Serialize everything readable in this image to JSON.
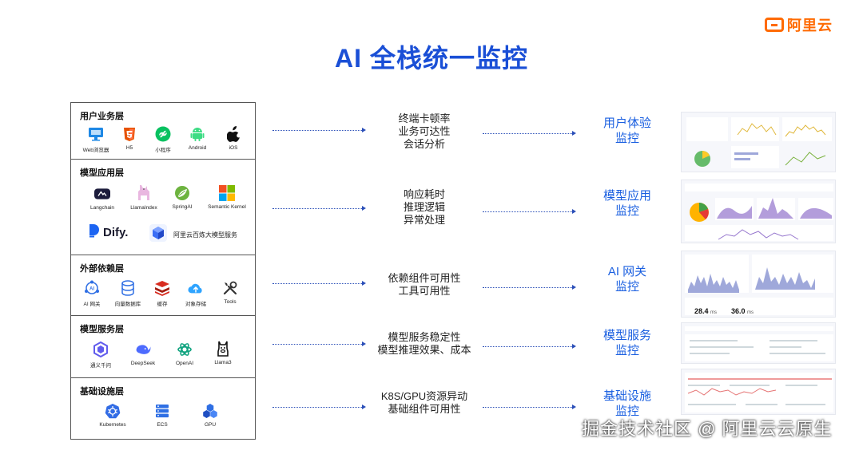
{
  "brand": {
    "logo_text": "阿里云",
    "logo_icon": "aliyun-logo-icon",
    "accent": "#ff6a00"
  },
  "title": "AI 全栈统一监控",
  "layers": [
    {
      "title": "用户业务层",
      "items": [
        {
          "label": "Web浏览器",
          "icon": "monitor-icon"
        },
        {
          "label": "H5",
          "icon": "html5-icon"
        },
        {
          "label": "小程序",
          "icon": "miniprogram-icon"
        },
        {
          "label": "Android",
          "icon": "android-icon"
        },
        {
          "label": "iOS",
          "icon": "apple-icon"
        }
      ]
    },
    {
      "title": "模型应用层",
      "items": [
        {
          "label": "Langchain",
          "icon": "langchain-icon"
        },
        {
          "label": "LlamaIndex",
          "icon": "llamaindex-icon"
        },
        {
          "label": "SpringAI",
          "icon": "springai-icon"
        },
        {
          "label": "Semantic Kernel",
          "icon": "semantic-kernel-icon"
        },
        {
          "label": "Dify.",
          "icon": "dify-icon"
        },
        {
          "label": "阿里云百炼大模型服务",
          "icon": "bailian-icon"
        }
      ]
    },
    {
      "title": "外部依赖层",
      "items": [
        {
          "label": "AI 网关",
          "icon": "ai-gateway-icon"
        },
        {
          "label": "向量数据库",
          "icon": "vector-db-icon"
        },
        {
          "label": "缓存",
          "icon": "cache-icon"
        },
        {
          "label": "对象存储",
          "icon": "object-storage-icon"
        },
        {
          "label": "Tools",
          "icon": "tools-icon"
        }
      ]
    },
    {
      "title": "模型服务层",
      "items": [
        {
          "label": "通义千问",
          "icon": "tongyi-icon"
        },
        {
          "label": "DeepSeek",
          "icon": "deepseek-icon"
        },
        {
          "label": "OpenAI",
          "icon": "openai-icon"
        },
        {
          "label": "Llama3",
          "icon": "llama-icon"
        }
      ]
    },
    {
      "title": "基础设施层",
      "items": [
        {
          "label": "Kubernetes",
          "icon": "kubernetes-icon"
        },
        {
          "label": "ECS",
          "icon": "ecs-icon"
        },
        {
          "label": "GPU",
          "icon": "gpu-icon"
        }
      ]
    }
  ],
  "metrics": [
    {
      "lines": [
        "终端卡顿率",
        "业务可达性",
        "会话分析"
      ],
      "target": [
        "用户体验",
        "监控"
      ]
    },
    {
      "lines": [
        "响应耗时",
        "推理逻辑",
        "异常处理"
      ],
      "target": [
        "模型应用",
        "监控"
      ]
    },
    {
      "lines": [
        "依赖组件可用性",
        "工具可用性"
      ],
      "target": [
        "AI 网关",
        "监控"
      ]
    },
    {
      "lines": [
        "模型服务稳定性",
        "模型推理效果、成本"
      ],
      "target": [
        "模型服务",
        "监控"
      ]
    },
    {
      "lines": [
        "K8S/GPU资源异动",
        "基础组件可用性"
      ],
      "target": [
        "基础设施",
        "监控"
      ]
    }
  ],
  "dashboard_readouts": [
    "28.4",
    "ms",
    "36.0",
    "ms"
  ],
  "watermark": "掘金技术社区 @ 阿里云云原生",
  "colors": {
    "title": "#1a4fd6",
    "target": "#1a5fe0",
    "arrow": "#2b4fb8"
  }
}
